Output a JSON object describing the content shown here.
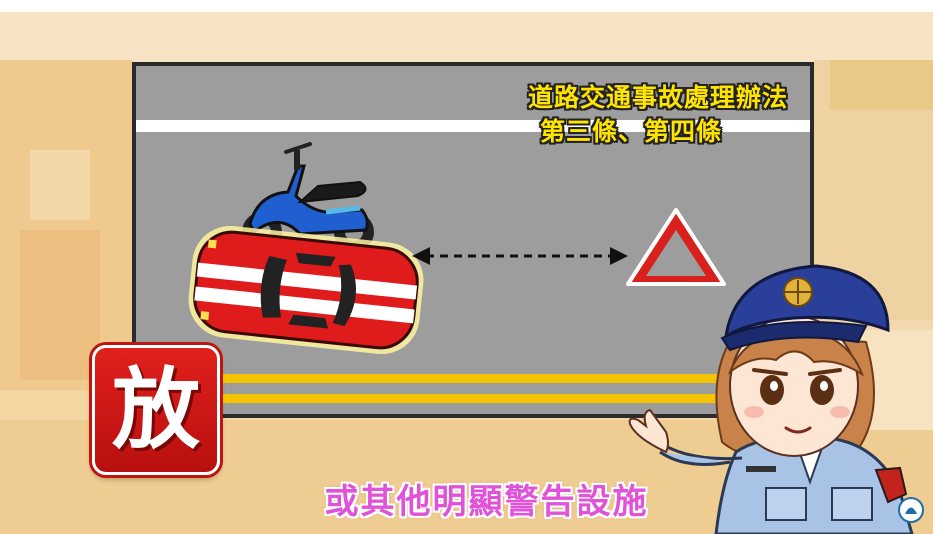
{
  "board": {
    "title_line1": "道路交通事故處理辦法",
    "title_line2": "第三條、第四條"
  },
  "badge": {
    "label": "放"
  },
  "subtitle": "或其他明顯警告設施",
  "icons": {
    "motorcycle": "motorcycle-icon",
    "car": "car-icon",
    "warning_triangle": "warning-triangle-icon",
    "distance_arrow": "double-arrow-icon",
    "officer": "police-officer-character",
    "logo": "police-emblem-icon"
  },
  "colors": {
    "title_yellow": "#ffe400",
    "badge_red": "#d81a17",
    "subtitle_pink": "#e052d8",
    "road_gray": "#9d9d9d",
    "lane_yellow": "#f5c400",
    "car_red": "#e01b1b",
    "motorcycle_blue": "#1f5fcf",
    "cap_blue": "#2a3f9a"
  }
}
